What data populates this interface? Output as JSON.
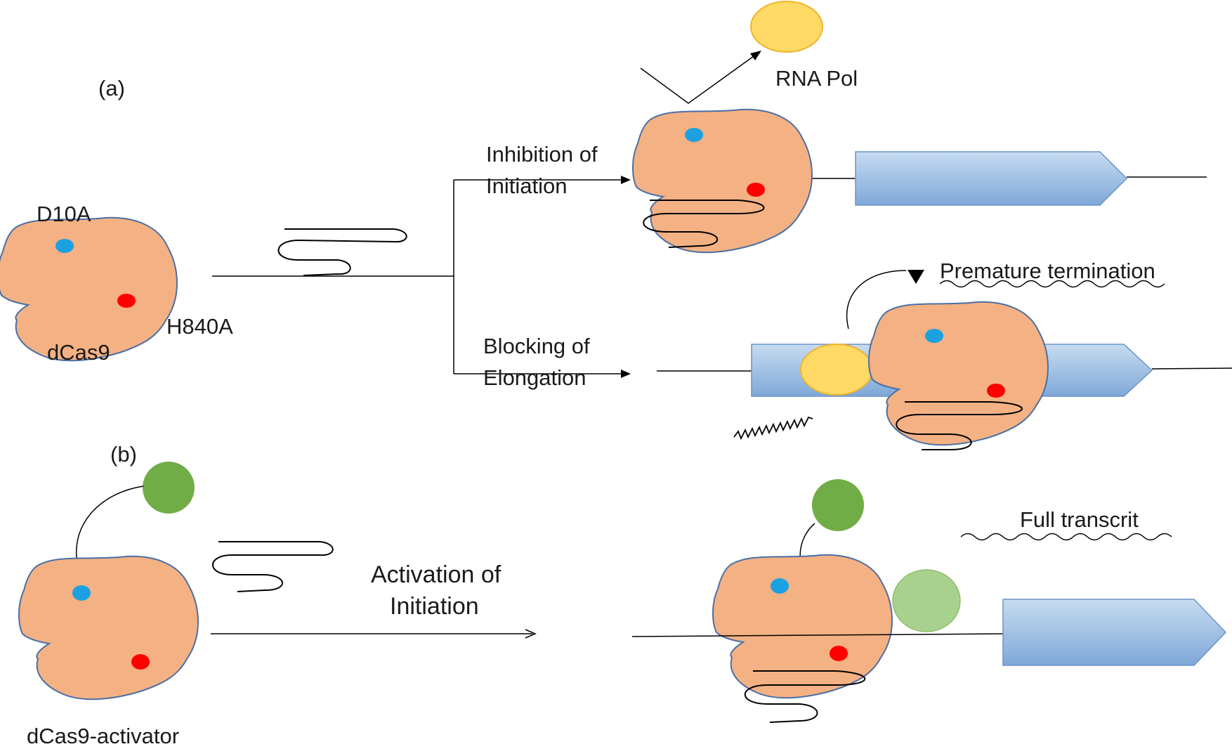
{
  "panels": {
    "a": {
      "label": "(a)",
      "protein": {
        "name": "dCas9",
        "mutation_blue": "D10A",
        "mutation_red": "H840A"
      },
      "branch_top": {
        "line1": "Inhibition of",
        "line2": "Initiation",
        "polymerase_label": "RNA Pol"
      },
      "branch_bottom": {
        "line1": "Blocking of",
        "line2": "Elongation",
        "outcome_label": "Premature termination"
      }
    },
    "b": {
      "label": "(b)",
      "protein": {
        "name": "dCas9-activator"
      },
      "process": {
        "line1": "Activation of",
        "line2": "Initiation"
      },
      "outcome_label": "Full transcrit"
    }
  },
  "colors": {
    "protein_fill": "#f4b183",
    "protein_stroke": "#4a6fa5",
    "site_blue": "#1ba1e2",
    "site_red": "#ff0000",
    "rna_pol": "#ffd966",
    "activator": "#70ad47",
    "activated_pol": "#a9d18e",
    "gene_light": "#bdd7ee",
    "gene_dark": "#7fa8d8",
    "line": "#000000"
  }
}
